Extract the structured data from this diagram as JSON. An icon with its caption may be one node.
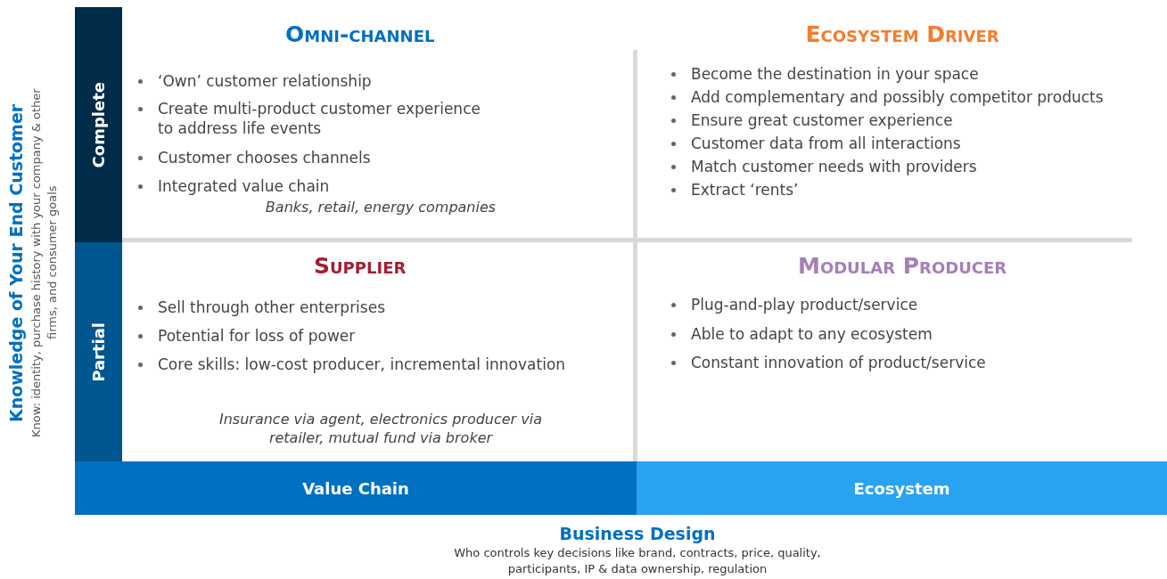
{
  "diagram": {
    "nodes": [
      {
        "text": [
          "Omni-channel",
          "‘Own’ customer relationship",
          "Create multi-product customer experience to address life events",
          "Customer chooses channels",
          "Integrated value chain",
          "Banks, retail, energy companies"
        ]
      },
      {
        "text": [
          "Ecosystem Driver",
          "Become the destination in your space",
          "Add complementary and possibly competitor products",
          "Ensure great customer experience",
          "Customer data from all interactions",
          "Match customer needs with providers",
          "Extract ‘rents’"
        ]
      },
      {
        "text": [
          "Supplier",
          "Sell through other enterprises",
          "Potential for loss of power",
          "Core skills: low-cost producer, incremental innovation",
          "Insurance via agent, electronics producer via retailer, mutual fund via broker"
        ]
      },
      {
        "text": [
          "Modular Producer",
          "Plug-and-play product/service",
          "Able to adapt to any ecosystem",
          "Constant innovation of product/service"
        ]
      },
      {
        "text": [
          "Complete"
        ]
      },
      {
        "text": [
          "Partial"
        ]
      },
      {
        "text": [
          "Value Chain"
        ]
      },
      {
        "text": [
          "Ecosystem"
        ]
      }
    ],
    "labels": [
      "Knowledge of Your End Customer",
      "Know: identity, purchase history with your company & other firms, and consumer goals",
      "Business Design",
      "Who controls key decisions like brand, contracts, price, quality, participants, IP & data ownership, regulation"
    ]
  }
}
